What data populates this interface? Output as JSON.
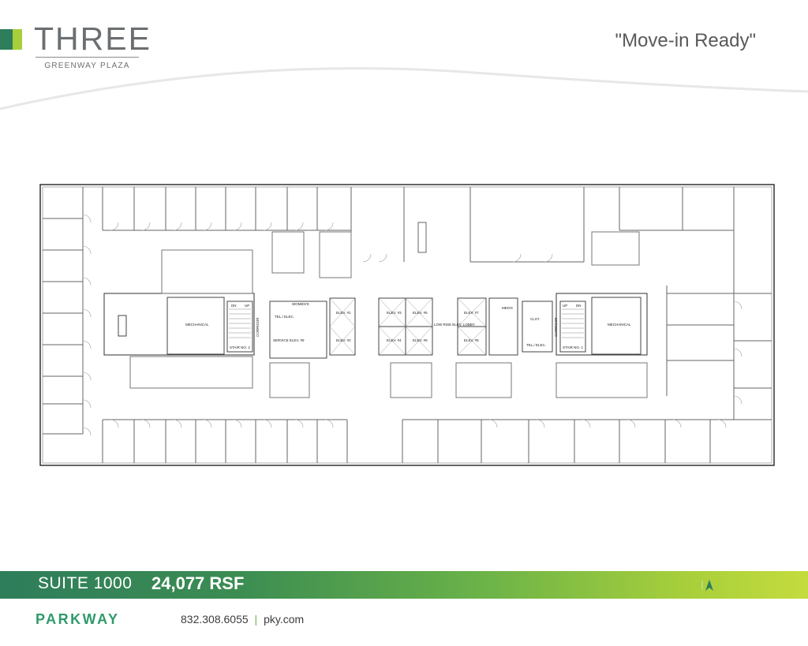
{
  "header": {
    "logo_title": "THREE",
    "logo_subtitle": "GREENWAY PLAZA",
    "tagline": "\"Move-in Ready\""
  },
  "floorplan": {
    "rooms": {
      "mech_left": "MECHANICAL",
      "mech_right": "MECHANICAL",
      "stair_left": "STAIR NO. 2",
      "stair_right": "STAIR NO. 1",
      "elev1": "ELEV. #1",
      "elev2": "ELEV. #2",
      "elev3": "ELEV. #3",
      "elev4": "ELEV. #4",
      "elev5": "ELEV. #5",
      "elev6": "ELEV. #6",
      "elev7": "ELEV. #7",
      "elev8": "ELEV. #8",
      "service_elev": "SERVICE ELEV. #9",
      "lowrise_lobby": "LOW RISE ELEV. LOBBY",
      "womens": "WOMEN'S",
      "mens": "MEN'S",
      "clst": "CLST.",
      "tel_elec_left": "TEL./ ELEC.",
      "tel_elec_right": "TEL./ ELEC.",
      "corridor": "CORRIDOR",
      "up": "UP",
      "dn": "DN"
    }
  },
  "footer": {
    "suite": "SUITE 1000",
    "rsf": "24,077 RSF",
    "company": "PARKWAY",
    "phone": "832.308.6055",
    "separator": "|",
    "website": "pky.com"
  },
  "colors": {
    "brand_dark_green": "#2e7d5b",
    "brand_light_green": "#a8cf3b",
    "text_gray": "#6c6f72"
  },
  "icons": {
    "north_arrow": "north-arrow-icon"
  }
}
